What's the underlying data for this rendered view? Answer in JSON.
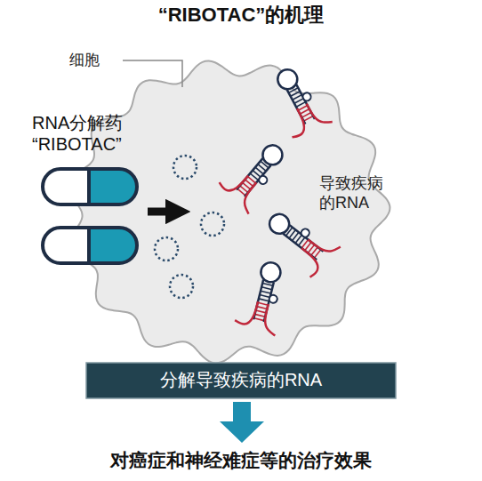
{
  "diagram": {
    "title": "“RIBOTAC”的机理",
    "nodes": [
      {
        "text": [
          "细胞",
          "导致疾病 的RNA"
        ]
      },
      {
        "text": [
          "分解导致疾病的RNA"
        ]
      }
    ],
    "labels": [
      "RNA分解药 “RIBOTAC”",
      "对癌症和神经难症等的治疗效果"
    ]
  }
}
